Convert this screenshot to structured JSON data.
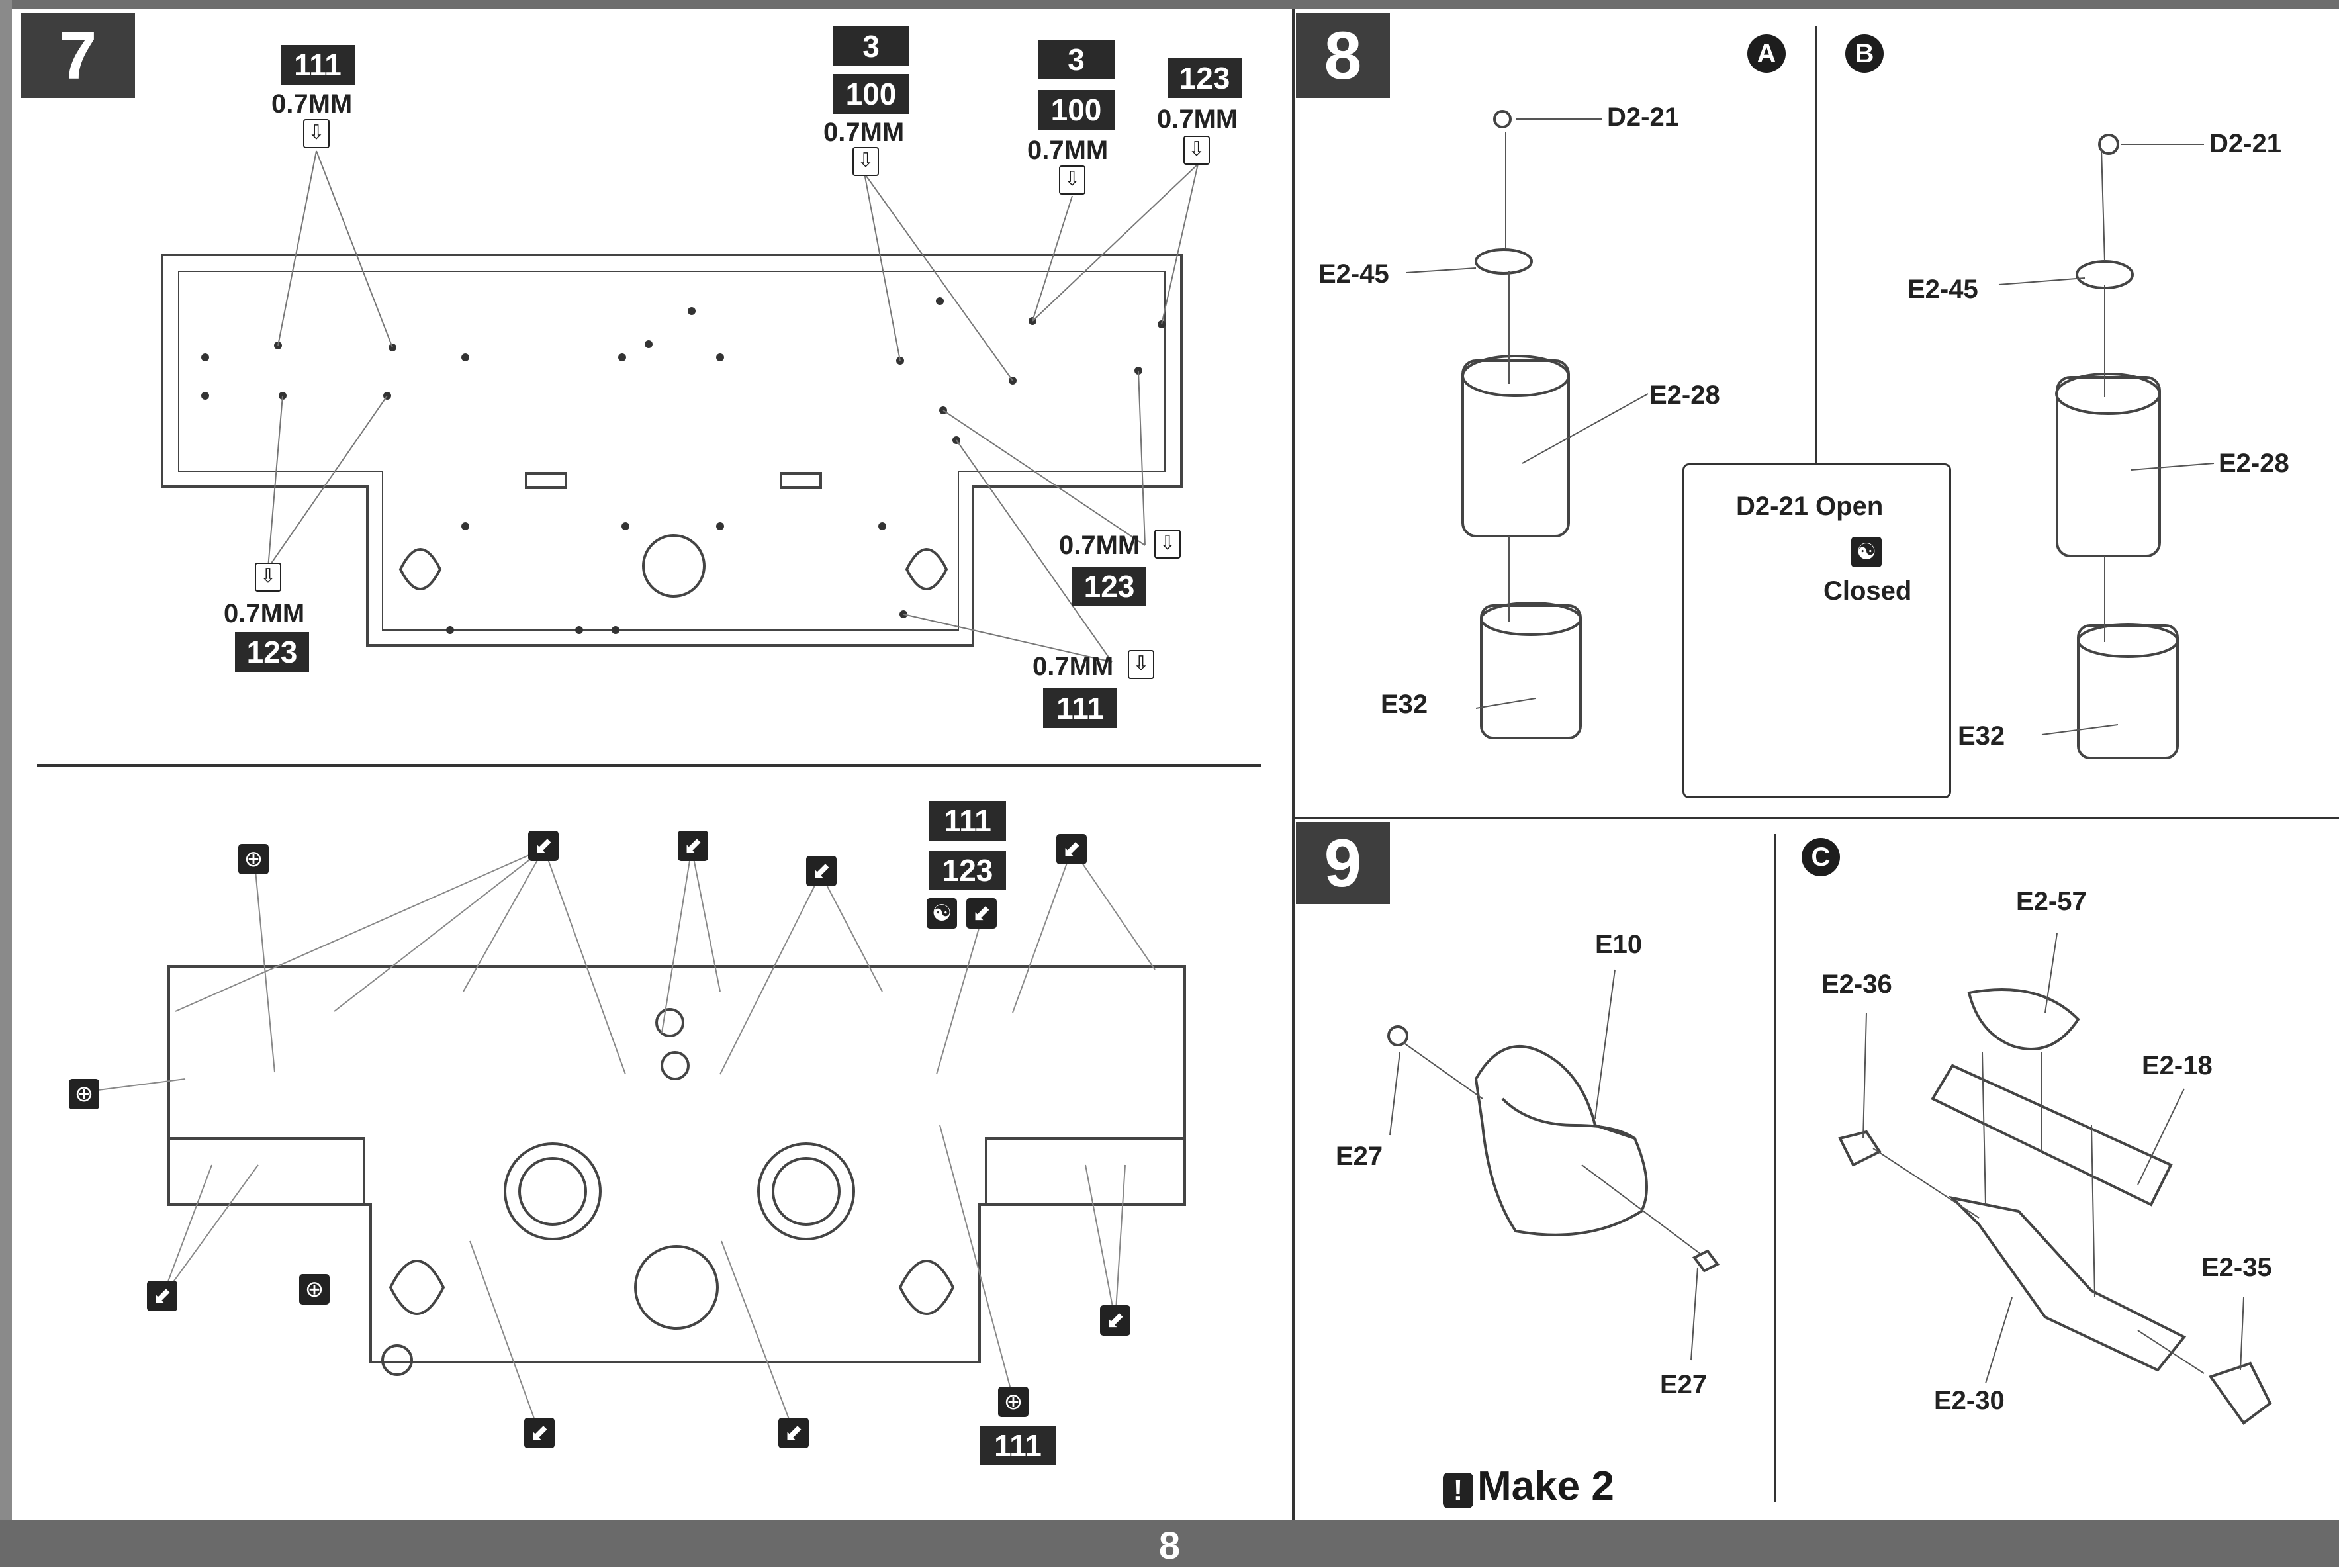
{
  "page_number": "8",
  "steps": {
    "s7": "7",
    "s8": "8",
    "s9": "9"
  },
  "circle_labels": {
    "a": "A",
    "b": "B",
    "c": "C"
  },
  "step7_top": {
    "callout1": {
      "paint": "111",
      "drill": "0.7MM"
    },
    "callout2": {
      "paints": [
        "3",
        "100"
      ],
      "drill": "0.7MM"
    },
    "callout3": {
      "paints": [
        "3",
        "100"
      ],
      "drill": "0.7MM"
    },
    "callout4": {
      "paint": "123",
      "drill": "0.7MM"
    },
    "callout5": {
      "paint": "123",
      "drill": "0.7MM"
    },
    "callout6": {
      "paint": "123",
      "drill": "0.7MM"
    },
    "callout7": {
      "paint": "111",
      "drill": "0.7MM"
    }
  },
  "step7_bottom": {
    "callout_paints": [
      "111",
      "123"
    ],
    "callout_bottom_paint": "111"
  },
  "step8": {
    "parts_a": {
      "d2_21": "D2-21",
      "e2_45": "E2-45",
      "e2_28": "E2-28",
      "e32": "E32"
    },
    "parts_b": {
      "d2_21": "D2-21",
      "e2_45": "E2-45",
      "e2_28": "E2-28",
      "e32": "E32"
    },
    "inset": {
      "open": "D2-21 Open",
      "closed": "Closed"
    }
  },
  "step9": {
    "parts": {
      "e10": "E10",
      "e27_left": "E27",
      "e27_right": "E27"
    },
    "make_note": "Make 2",
    "parts_c": {
      "e2_57": "E2-57",
      "e2_36": "E2-36",
      "e2_18": "E2-18",
      "e2_35": "E2-35",
      "e2_30": "E2-30"
    }
  }
}
